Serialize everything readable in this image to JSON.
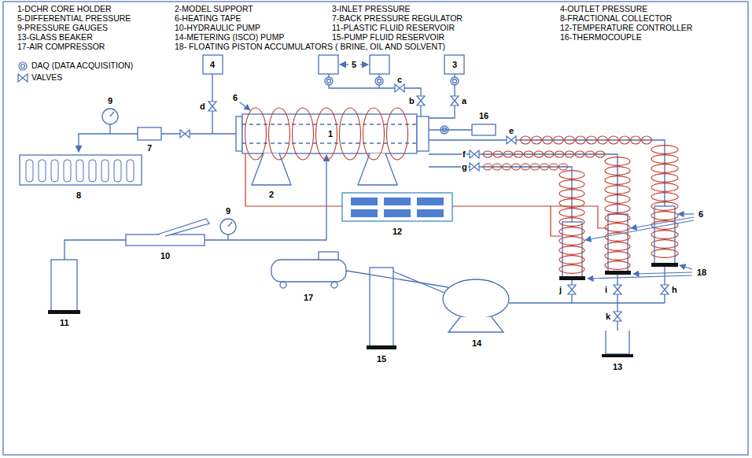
{
  "diagram": {
    "labels": [
      "1-DCHR CORE HOLDER",
      "2-MODEL SUPPORT",
      "3-INLET PRESSURE",
      "4-OUTLET PRESSURE",
      "5-DIFFERENTIAL PRESSURE",
      "6-HEATING TAPE",
      "7-BACK PRESSURE  REGULATOR",
      "8-FRACTIONAL COLLECTOR",
      "9-PRESSURE GAUGES",
      "10-HYDRAULIC PUMP",
      "11-PLASTIC FLUID RESERVOIR",
      "12-TEMPERATURE CONTROLLER",
      "13-GLASS BEAKER",
      "14-METERING (ISCO) PUMP",
      "15-PUMP FLUID RESERVOIR",
      "16-THERMOCOUPLE",
      "17-AIR COMPRESSOR",
      "18- FLOATING PISTON ACCUMULATORS ( BRINE, OIL AND SOLVENT)",
      "4",
      "5",
      "3",
      "6",
      "9",
      "7",
      "d",
      "c",
      "b",
      "a",
      "16",
      "e",
      "1",
      "2",
      "8",
      "f",
      "g",
      "12",
      "6",
      "18",
      "10",
      "9",
      "11",
      "17",
      "j",
      "i",
      "h",
      "k",
      "15",
      "14",
      "13"
    ],
    "legend": [
      {
        "text": "DAQ (DATA ACQUISITION)"
      },
      {
        "text": "VALVES"
      }
    ]
  }
}
